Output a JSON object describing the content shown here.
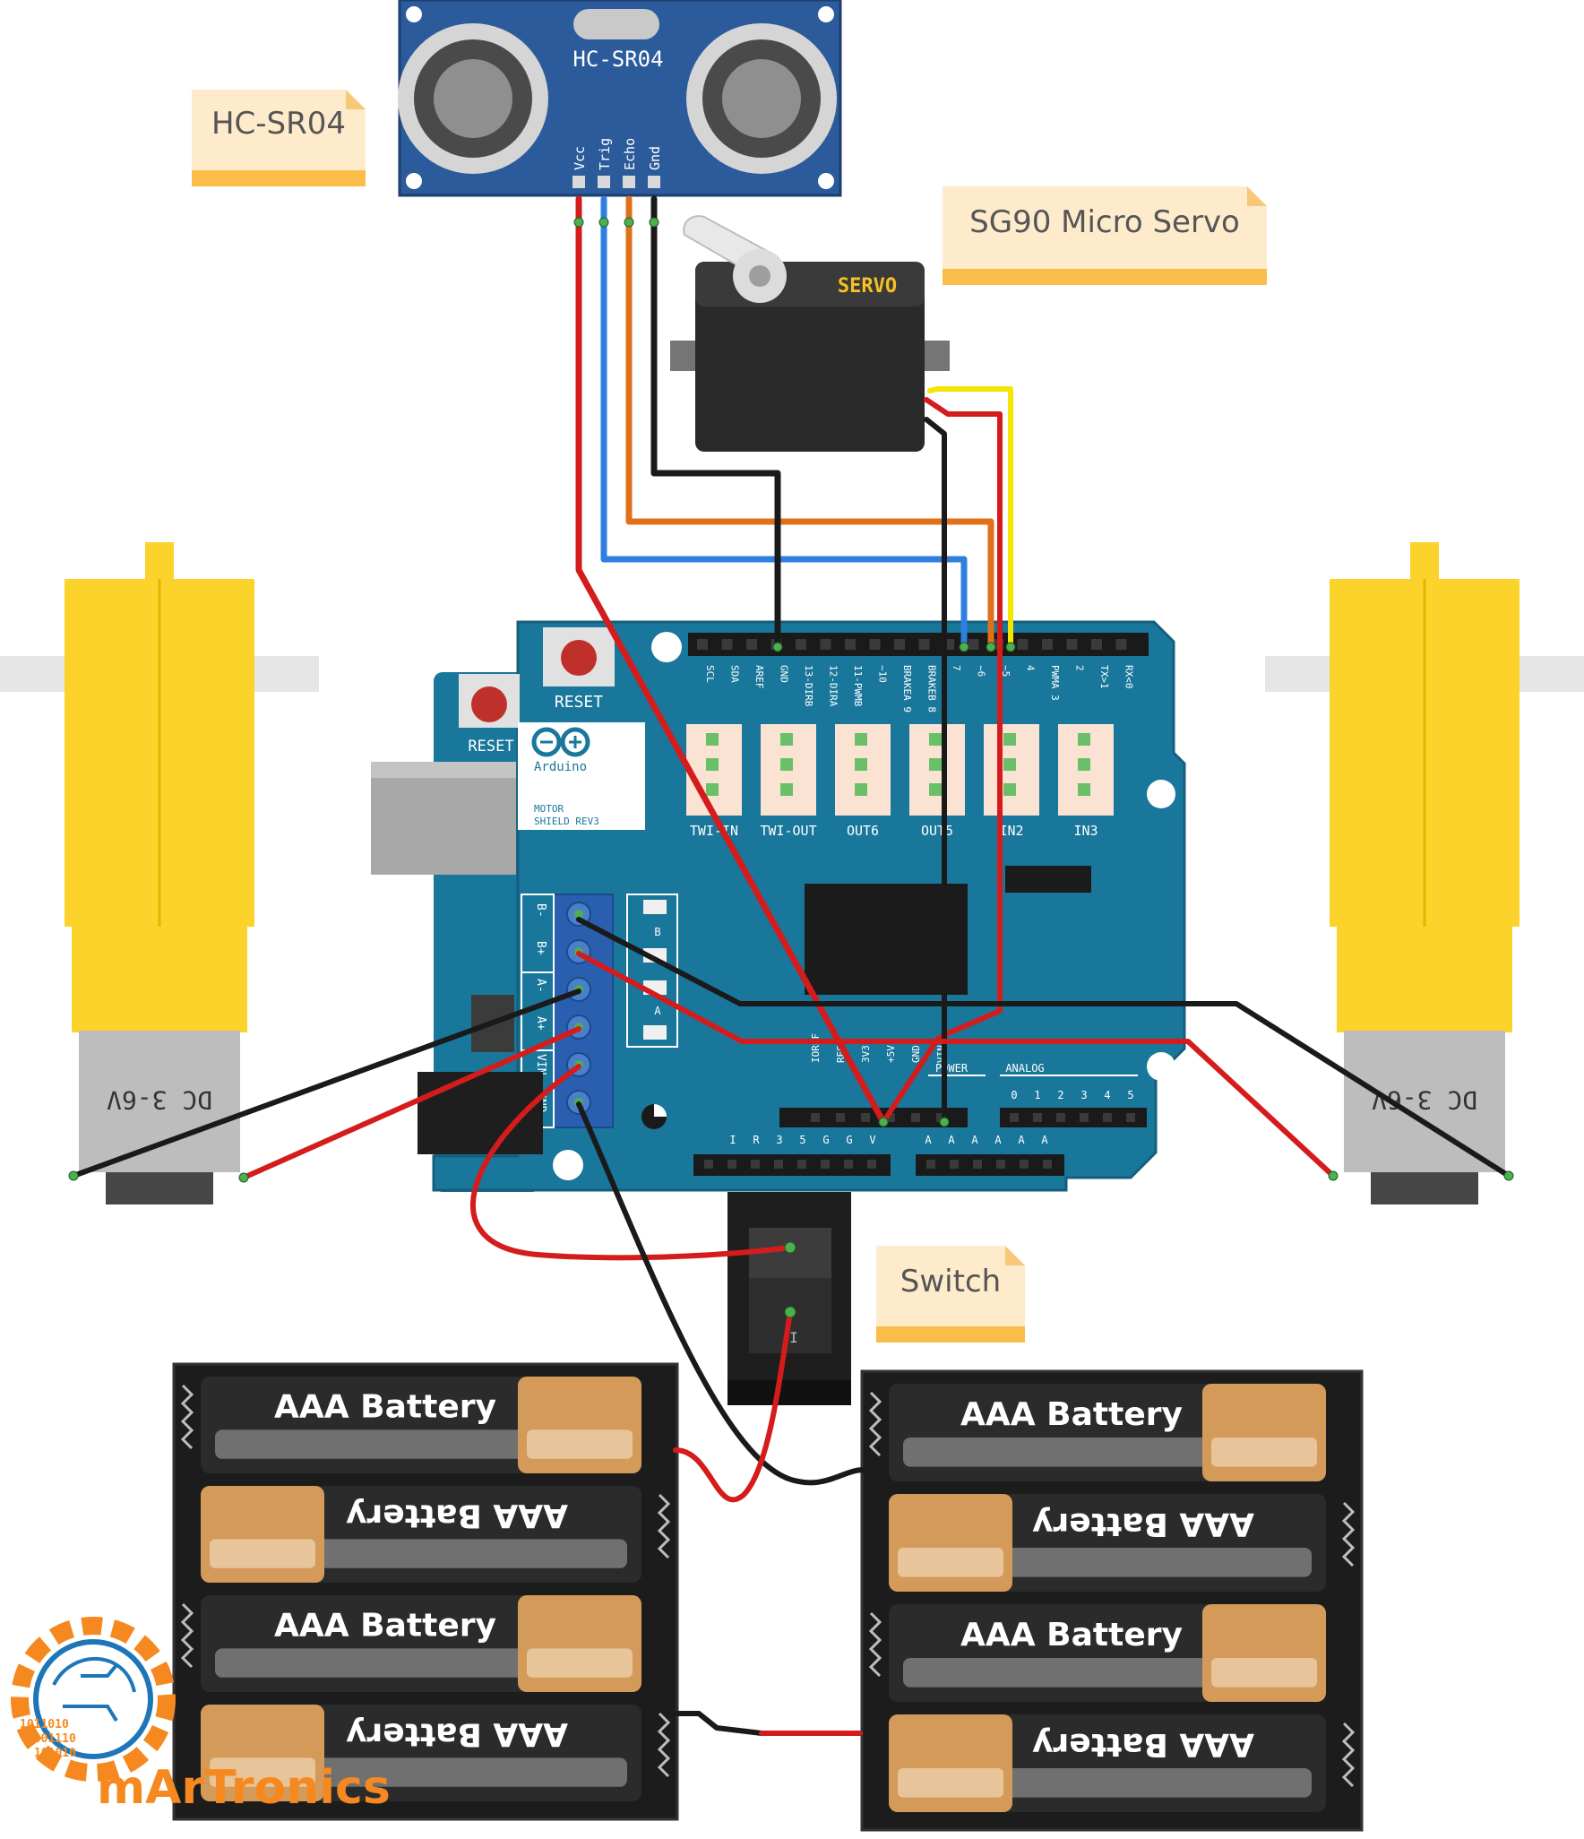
{
  "labels": {
    "ultrasonic_note": "HC-SR04",
    "servo_note": "SG90 Micro Servo",
    "switch_note": "Switch"
  },
  "ultrasonic": {
    "name": "HC-SR04",
    "pins": [
      "Vcc",
      "Trig",
      "Echo",
      "Gnd"
    ]
  },
  "servo": {
    "label": "SERVO"
  },
  "shield": {
    "reset_left": "RESET",
    "reset_right": "RESET",
    "brand": "Arduino",
    "model_line1": "MOTOR",
    "model_line2": "SHIELD REV3",
    "top_pins": [
      "SCL",
      "SDA",
      "AREF",
      "GND",
      "13-DIRB",
      "12-DIRA",
      "11-PWMB",
      "~10",
      "BRAKEA 9",
      "BRAKEB 8",
      "7",
      "~6",
      "~5",
      "4",
      "PWMA 3",
      "2",
      "TX>1",
      "RX<0"
    ],
    "connectors": [
      "TWI-IN",
      "TWI-OUT",
      "OUT6",
      "OUT5",
      "IN2",
      "IN3"
    ],
    "terminal_labels": [
      "B-",
      "B+",
      "A-",
      "A+",
      "VIN",
      "GND"
    ],
    "led_labels": [
      "B",
      "A"
    ],
    "power_header": "POWER",
    "analog_header": "ANALOG",
    "power_pins": [
      "IOREF",
      "RES",
      "3V3",
      "+5V",
      "GND",
      "VIN"
    ],
    "analog_pins": [
      "0",
      "1",
      "2",
      "3",
      "4",
      "5"
    ],
    "bottom_pins": [
      "I",
      "R",
      "3",
      "5",
      "G",
      "G",
      "V"
    ],
    "bottom_right_pins": [
      "A",
      "A",
      "A",
      "A",
      "A",
      "A"
    ]
  },
  "motors": {
    "label": "DC 3-6V"
  },
  "switch": {
    "on_mark": "I"
  },
  "batteries": {
    "label": "AAA Battery"
  },
  "logo": {
    "name": "mArTronics",
    "binary": [
      "1011010",
      "1001110",
      "101010"
    ]
  },
  "colors": {
    "board": "#19779b",
    "wire_red": "#d41c1c",
    "wire_black": "#1a1a1a",
    "wire_blue": "#2f7fe0",
    "wire_orange": "#e0701a",
    "wire_yellow": "#f5e600",
    "motor_yellow": "#fbd32a",
    "note_bg": "#fdebcc",
    "note_band": "#fbbd4a",
    "logo_orange": "#f5891f",
    "logo_blue": "#1e76b8"
  }
}
